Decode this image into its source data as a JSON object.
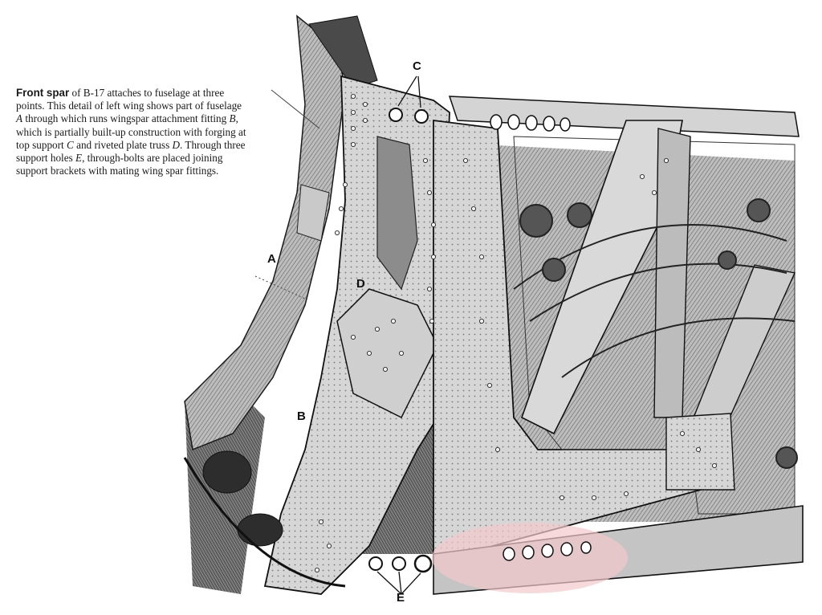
{
  "caption": {
    "lead": "Front spar",
    "body_html": "of B-17 attaches to fuselage at three points. This detail of left wing shows part of fuselage <i>A</i> through which runs wingspar attachment fitting <i>B</i>, which is partially built-up construction with forging at top support <i>C</i> and riveted plate truss <i>D</i>. Through three support holes <i>E</i>, through-bolts are placed joining support brackets with mating wing spar fittings."
  },
  "callouts": {
    "a": "A",
    "b": "B",
    "c": "C",
    "d": "D",
    "e": "E"
  },
  "colors": {
    "ink": "#1a1a1a",
    "metal_light": "#d9d9d9",
    "metal_mid": "#a9a9a9",
    "metal_dark": "#5a5a5a",
    "highlight": "#f3c9cd"
  }
}
